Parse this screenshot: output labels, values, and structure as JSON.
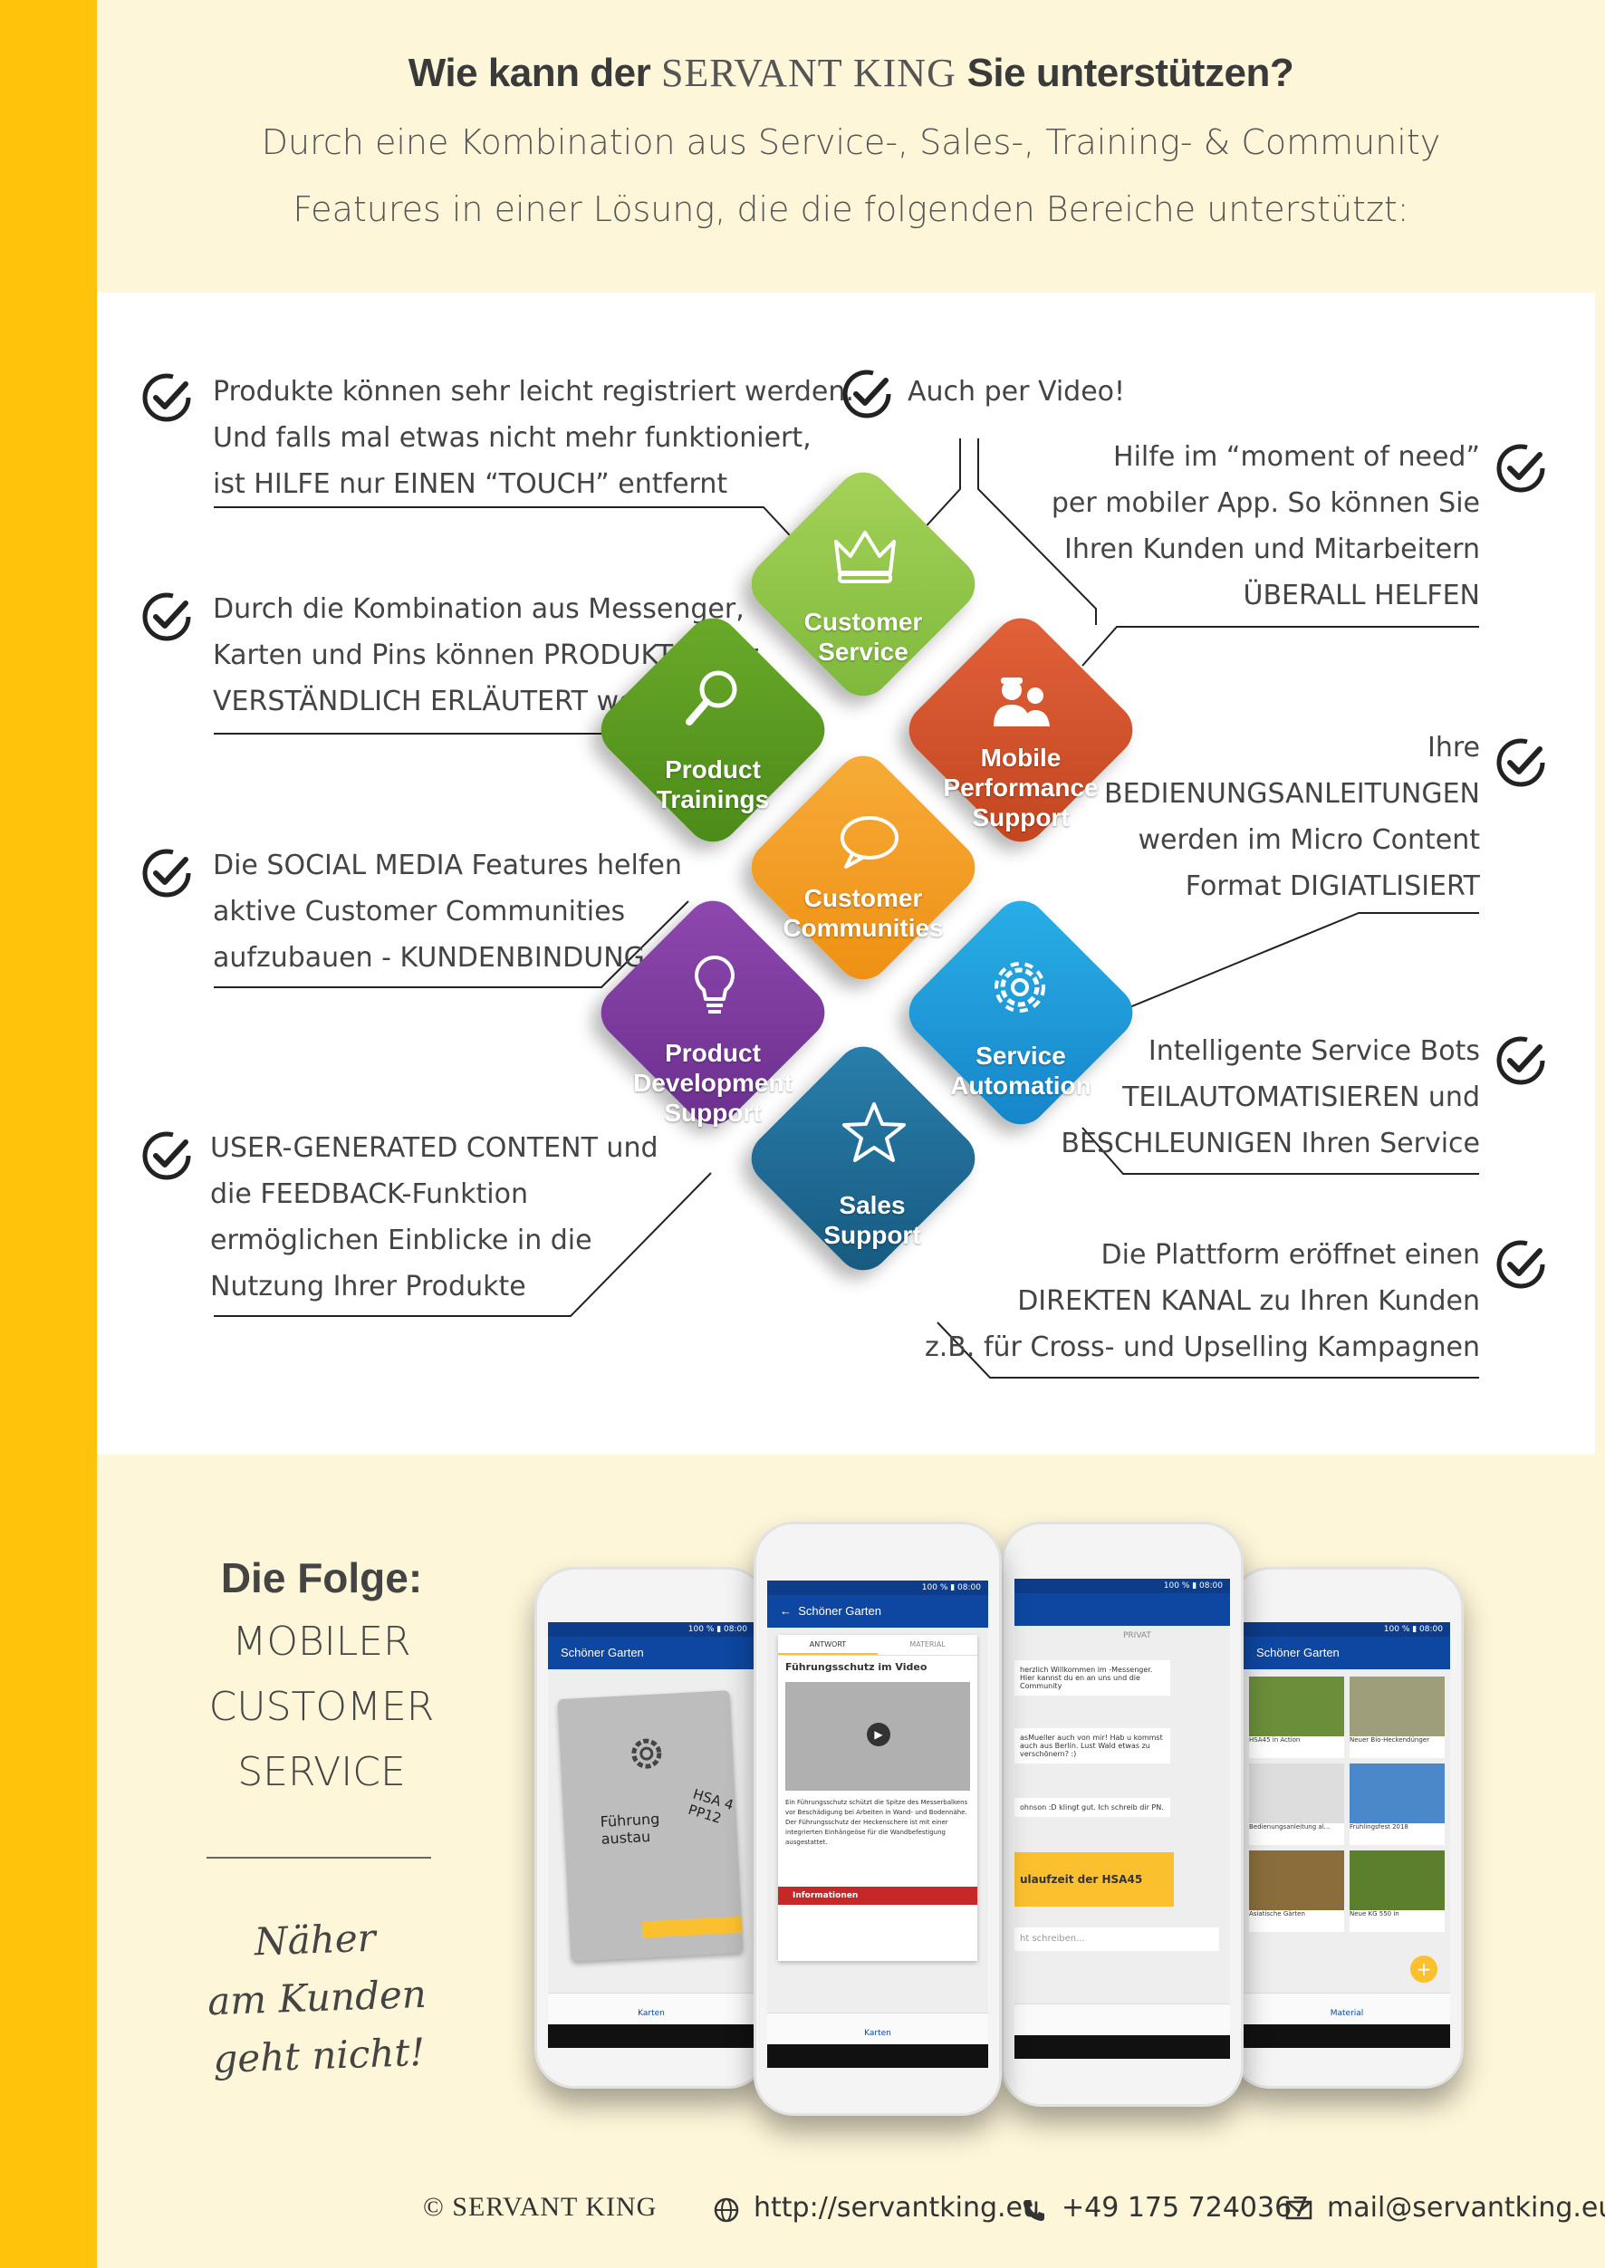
{
  "header": {
    "title_prefix": "Wie kann der ",
    "brand": "SERVANT KING",
    "title_suffix": " Sie unterstützen?",
    "subtitle_line1": "Durch eine Kombination aus Service-, Sales-, Training- & Community",
    "subtitle_line2": "Features in einer Lösung, die die folgenden Bereiche unterstützt:"
  },
  "features_left": [
    [
      "Produkte können sehr leicht registriert werden.",
      "Und falls mal etwas nicht mehr funktioniert,",
      "ist HILFE nur EINEN “TOUCH” entfernt"
    ],
    [
      "Durch die Kombination aus Messenger,",
      "Karten und Pins können PRODUKTE sehr",
      "VERSTÄNDLICH ERLÄUTERT werden"
    ],
    [
      "Die SOCIAL MEDIA Features helfen",
      "aktive Customer Communities",
      "aufzubauen - KUNDENBINDUNG 4.0"
    ],
    [
      "USER-GENERATED CONTENT und",
      "die FEEDBACK-Funktion",
      "ermöglichen Einblicke in die",
      "Nutzung Ihrer Produkte"
    ]
  ],
  "feature_top": "Auch per Video!",
  "features_right": [
    [
      "Hilfe im “moment of need”",
      "per mobiler App. So können Sie",
      "Ihren Kunden und Mitarbeitern",
      "ÜBERALL HELFEN"
    ],
    [
      "Ihre",
      "BEDIENUNGSANLEITUNGEN",
      "werden im Micro Content",
      "Format DIGIATLISIERT"
    ],
    [
      "Intelligente Service Bots",
      "TEILAUTOMATISIEREN und",
      "BESCHLEUNIGEN Ihren Service"
    ],
    [
      "Die Plattform eröffnet einen",
      "DIREKTEN KANAL zu Ihren Kunden",
      "z.B. für Cross- und Upselling Kampagnen"
    ]
  ],
  "diamonds": [
    {
      "label1": "Customer",
      "label2": "Service",
      "label3": "",
      "color": "#8bc34a",
      "icon": "crown-icon"
    },
    {
      "label1": "Product",
      "label2": "Trainings",
      "label3": "",
      "color": "#5a9a1f",
      "icon": "magnifier-icon"
    },
    {
      "label1": "Mobile",
      "label2": "Performance",
      "label3": "Support",
      "color": "#d9532b",
      "icon": "workers-icon"
    },
    {
      "label1": "Customer",
      "label2": "Communities",
      "label3": "",
      "color": "#f29a1f",
      "icon": "chat-bubble-icon"
    },
    {
      "label1": "Product",
      "label2": "Development",
      "label3": "Support",
      "color": "#7b3a9a",
      "icon": "lightbulb-icon"
    },
    {
      "label1": "Service",
      "label2": "Automation",
      "label3": "",
      "color": "#1e9ad6",
      "icon": "gear-icon"
    },
    {
      "label1": "Sales",
      "label2": "Support",
      "label3": "",
      "color": "#1f6e9a",
      "icon": "star-icon"
    }
  ],
  "folge": {
    "title": "Die Folge:",
    "lines": [
      "MOBILER",
      "CUSTOMER",
      "SERVICE"
    ],
    "script": [
      "Näher",
      "am Kunden",
      "geht nicht!"
    ]
  },
  "phones": {
    "app_title": "Schöner Garten",
    "tab_answer": "ANTWORT",
    "tab_material": "MATERIAL",
    "tab_private": "PRIVAT",
    "video_title": "Führungsschutz im Video",
    "video_text": "Ein Führungsschutz schützt die Spitze des Messerbalkens vor Beschädigung bei Arbeiten in Wand- und Bodennähe. Der Führungsschutz der Heckenschere ist mit einer integrierten Einhängeöse für die Wandbefestigung ausgestattet.",
    "info_label": "Informationen",
    "nav_cards": "Karten",
    "nav_material": "Material",
    "card_text_1": "Führung",
    "card_text_2": "austau",
    "card_hsa": "HSA 4",
    "card_pp": "PP12",
    "msg_1": "herzlich Willkommen im -Messenger. Hier kannst du en an uns und die Community",
    "msg_2": "asMueller auch von mir! Hab u kommst auch aus Berlin. Lust Wald etwas zu verschönern? :)",
    "msg_3": "ohnson :D klingt gut. Ich schreib dir PN.",
    "msg_banner": "ulaufzeit der HSA45",
    "msg_input": "ht schreiben...",
    "mat_1": "HSA45 in Action",
    "mat_2": "Neuer Bio-Heckendünger",
    "mat_3": "Bedienungsanleitung al...",
    "mat_4": "Frühlingsfest 2018",
    "mat_5": "Asiatische Gärten",
    "mat_6": "Neue KG 550 in",
    "status_time": "100 % ▮ 08:00"
  },
  "footer": {
    "brand": "© SERVANT KING",
    "url": "http://servantking.eu",
    "phone": "+49 175 7240367",
    "mail": "mail@servantking.eu"
  },
  "colors": {
    "side_bar": "#fec30a",
    "background": "#fdf6d9",
    "panel": "#ffffff",
    "app_blue": "#0d47a1",
    "accent_yellow": "#fbc02d",
    "info_red": "#c62828"
  }
}
